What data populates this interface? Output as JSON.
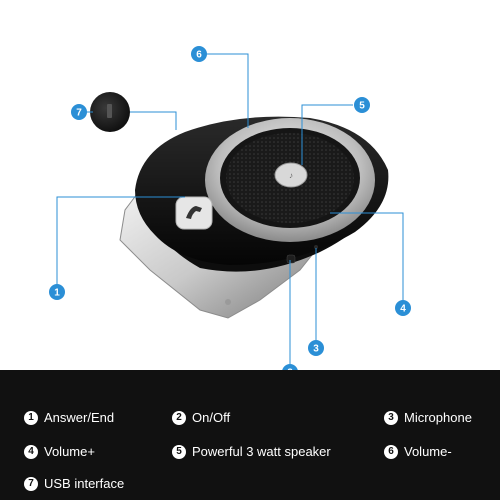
{
  "accent_color": "#2b8fd6",
  "callouts": [
    {
      "number": "1",
      "label": "Answer/End"
    },
    {
      "number": "2",
      "label": "On/Off"
    },
    {
      "number": "3",
      "label": "Microphone"
    },
    {
      "number": "4",
      "label": "Volume+"
    },
    {
      "number": "5",
      "label": "Powerful 3 watt speaker"
    },
    {
      "number": "6",
      "label": "Volume-"
    },
    {
      "number": "7",
      "label": "USB interface"
    }
  ]
}
